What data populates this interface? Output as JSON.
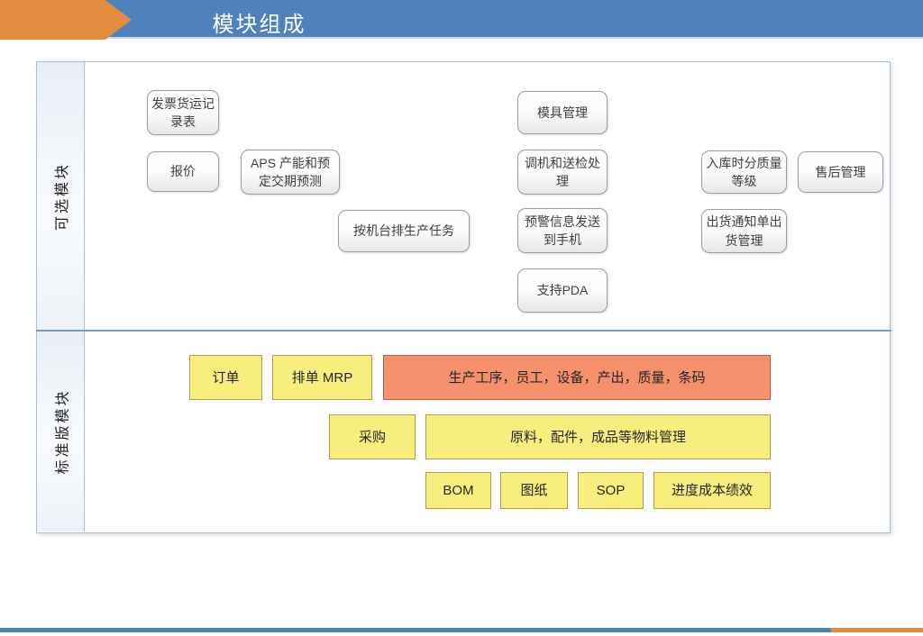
{
  "slide_title": "模块组成",
  "sections": {
    "optional": {
      "label": "可选模块"
    },
    "standard": {
      "label": "标准版模块"
    }
  },
  "modules": {
    "optional": [
      {
        "label": "发票货运记录表"
      },
      {
        "label": "报价"
      },
      {
        "label": "APS 产能和预定交期预测"
      },
      {
        "label": "按机台排生产任务"
      },
      {
        "label": "模具管理"
      },
      {
        "label": "调机和送检处理"
      },
      {
        "label": "预警信息发送到手机"
      },
      {
        "label": "支持PDA"
      },
      {
        "label": "入库时分质量等级"
      },
      {
        "label": "售后管理"
      },
      {
        "label": "出货通知单出货管理"
      }
    ],
    "standard": [
      {
        "label": "订单"
      },
      {
        "label": "排单 MRP"
      },
      {
        "label": "生产工序，员工，设备，产出，质量，条码"
      },
      {
        "label": "采购"
      },
      {
        "label": "原料，配件，成品等物料管理"
      },
      {
        "label": "BOM"
      },
      {
        "label": "图纸"
      },
      {
        "label": "SOP"
      },
      {
        "label": "进度成本绩效"
      }
    ]
  },
  "colors": {
    "header_blue": "#4f81bd",
    "accent_orange": "#e18c3e",
    "frame_border_blue": "#a9bfd6",
    "gray_box_border": "#9d9d9d",
    "yellow_box_fill": "#f7ee7e",
    "yellow_box_border": "#a8a04f",
    "orange_box_fill": "#f4916c",
    "orange_box_border": "#bd6137"
  }
}
